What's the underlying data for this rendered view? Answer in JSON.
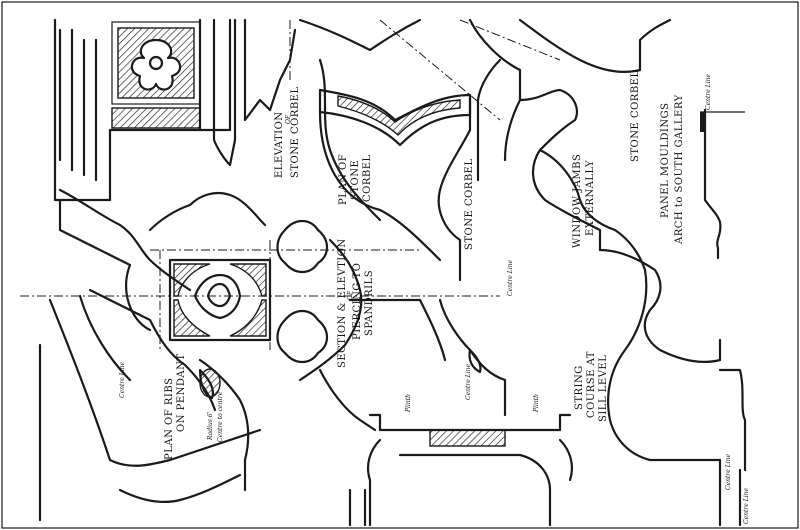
{
  "labels": {
    "elevation": "ELEVATION",
    "of_1": "OF",
    "stone_corbel_1": "STONE CORBEL",
    "plan_of": "PLAN OF",
    "stone": "STONE",
    "corbel": "CORBEL",
    "stone_corbel_2": "STONE CORBEL",
    "window_jambs": "WINDOW JAMBS",
    "externally": "EXTERNALLY",
    "stone_corbel_3": "STONE CORBEL",
    "panel_mouldings": "PANEL MOULDINGS",
    "arch_to_south_gallery": "ARCH to SOUTH GALLERY",
    "section_elevation": "SECTION & ELEVTION",
    "of_2": "OF",
    "piercing_to": "PIERCING TO",
    "spandrils": "SPANDRILS",
    "string_course": "STRING",
    "course_at": "COURSE AT",
    "sill_level": "SILL LEVEL",
    "plan_of_ribs": "PLAN OF RIBS",
    "on_pendant": "ON PENDANT",
    "centre_line_1": "Centre Line",
    "centre_line_2": "Centre Line",
    "centre_line_3": "Centre Line",
    "centre_line_4": "Centre Line",
    "centre_line_5": "Centre Line",
    "centre_line_6": "Centre Line",
    "radius_note": "Radius 6'",
    "centre_to_centre": "Centre to centre",
    "plinth_1": "Plinth",
    "plinth_2": "Plinth"
  }
}
